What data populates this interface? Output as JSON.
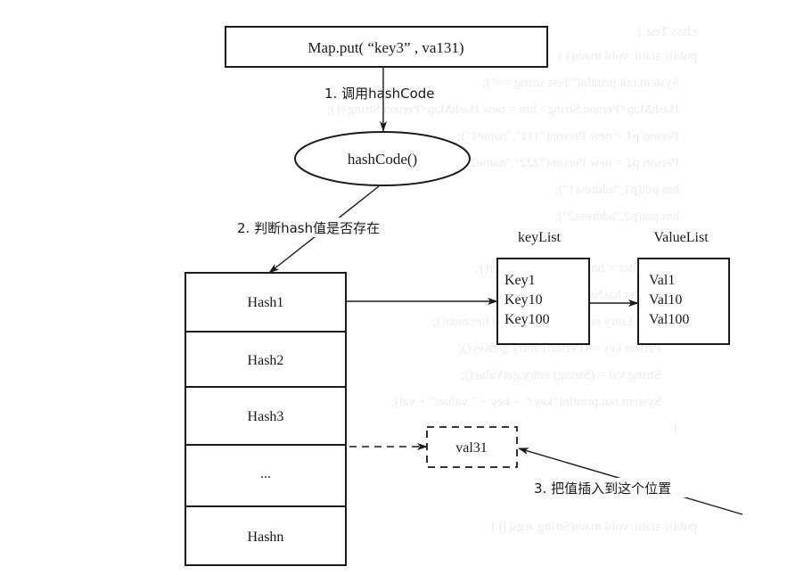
{
  "diagram": {
    "title_box": {
      "text": "Map.put( “key3” , va131)"
    },
    "step1_label": "1. 调用hashCode",
    "hash_function": {
      "text": "hashCode()"
    },
    "step2_label": "2. 判断hash值是否存在",
    "hash_table": {
      "rows": [
        "Hash1",
        "Hash2",
        "Hash3",
        "...",
        "Hashn"
      ]
    },
    "key_list": {
      "title": "keyList",
      "items": [
        "Key1",
        "Key10",
        "Key100"
      ]
    },
    "value_list": {
      "title": "ValueList",
      "items": [
        "Val1",
        "Val10",
        "Val100"
      ]
    },
    "new_value": {
      "text": "val31"
    },
    "step3_label": "3. 把值插入到这个位置"
  },
  "colors": {
    "ink": "#1a1a1a",
    "paper": "#ffffff",
    "show_through": "#ececec"
  }
}
